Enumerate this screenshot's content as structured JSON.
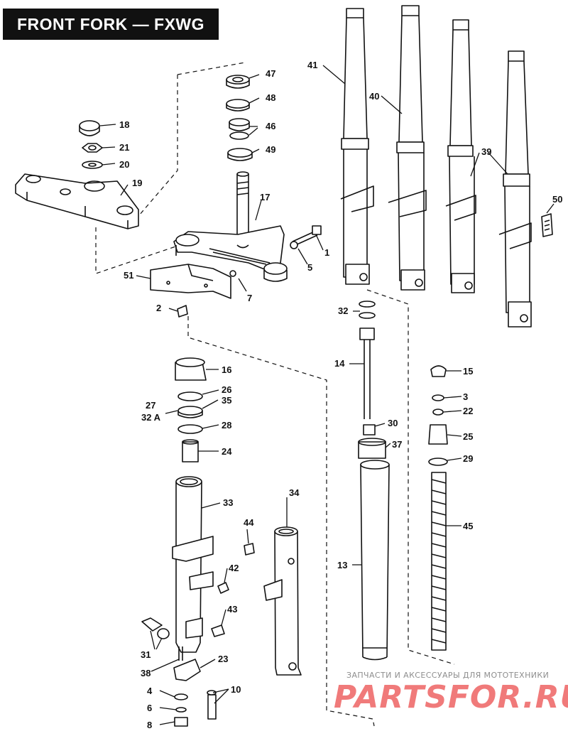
{
  "title": "FRONT FORK — FXWG",
  "watermark": {
    "line1": "ЗАПЧАСТИ И АКСЕССУАРЫ ДЛЯ МОТОТЕХНИКИ",
    "logo": "PARTSFOR.RU"
  },
  "callouts": {
    "c1": "1",
    "c2": "2",
    "c3": "3",
    "c4": "4",
    "c5": "5",
    "c6": "6",
    "c7": "7",
    "c8": "8",
    "c10": "10",
    "c13": "13",
    "c14": "14",
    "c15": "15",
    "c16": "16",
    "c17": "17",
    "c18": "18",
    "c19": "19",
    "c20": "20",
    "c21": "21",
    "c22": "22",
    "c23": "23",
    "c24": "24",
    "c25": "25",
    "c26": "26",
    "c27": "27",
    "c28": "28",
    "c29": "29",
    "c30": "30",
    "c31": "31",
    "c32": "32",
    "c32a": "32 A",
    "c33": "33",
    "c34": "34",
    "c35": "35",
    "c37": "37",
    "c38": "38",
    "c39": "39",
    "c40": "40",
    "c41": "41",
    "c42": "42",
    "c43": "43",
    "c44": "44",
    "c45": "45",
    "c46": "46",
    "c47": "47",
    "c48": "48",
    "c49": "49",
    "c50": "50",
    "c51": "51"
  }
}
